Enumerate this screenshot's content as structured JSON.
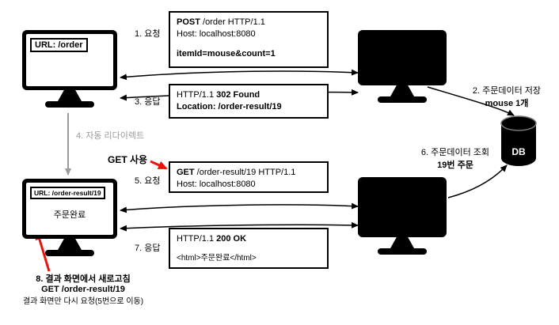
{
  "monitors": {
    "client_top_url": "URL: /order",
    "client_bottom_url": "URL: /order-result/19",
    "client_bottom_text": "주문완료"
  },
  "boxes": {
    "post": {
      "method": "POST",
      "rest": " /order HTTP/1.1",
      "host": "Host: localhost:8080",
      "body": "itemId=mouse&count=1"
    },
    "found": {
      "prefix": "HTTP/1.1 ",
      "status": "302 Found",
      "location": "Location: /order-result/19"
    },
    "get": {
      "method": "GET",
      "rest": " /order-result/19 HTTP/1.1",
      "host": "Host: localhost:8080"
    },
    "ok": {
      "prefix": "HTTP/1.1 ",
      "status": "200 OK",
      "body": "<html>주문완료</html>"
    }
  },
  "labels": {
    "step1": "1. 요청",
    "step3": "3. 응답",
    "step5": "5. 요청",
    "step7": "7. 응답",
    "step2_line1": "2. 주문데이터 저장",
    "step2_line2": "mouse 1개",
    "step4": "4. 자동 리다이렉트",
    "get_usage": "GET 사용",
    "step6_line1": "6. 주문데이터 조회",
    "step6_line2": "19번 주문",
    "step8_line1": "8. 결과 화면에서 새로고침",
    "step8_line2": "GET /order-result/19",
    "step8_line3": "결과 화면만 다시 요청(5번으로 이동)"
  },
  "db": {
    "label": "DB"
  },
  "colors": {
    "arrow_black": "#000000",
    "arrow_gray": "#9a9a9a",
    "arrow_red": "#e8140c"
  }
}
